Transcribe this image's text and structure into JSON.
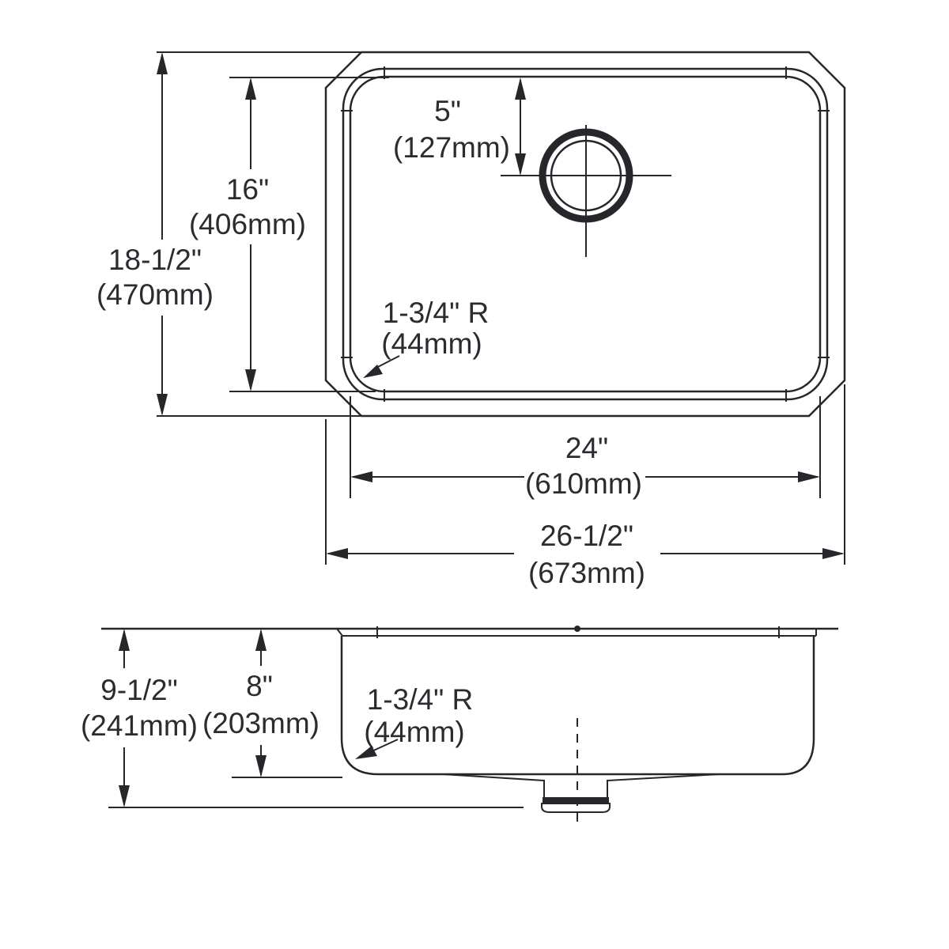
{
  "drawing_type": "sink-dimension-drawing",
  "colors": {
    "ink": "#26262b",
    "background": "#ffffff"
  },
  "dims": {
    "overall_fb": {
      "in": "18-1/2\"",
      "mm": "(470mm)"
    },
    "bowl_fb": {
      "in": "16\"",
      "mm": "(406mm)"
    },
    "drain_offset": {
      "in": "5\"",
      "mm": "(127mm)"
    },
    "radius_top": {
      "in": "1-3/4\" R",
      "mm": "(44mm)"
    },
    "bowl_w": {
      "in": "24\"",
      "mm": "(610mm)"
    },
    "overall_w": {
      "in": "26-1/2\"",
      "mm": "(673mm)"
    },
    "overall_d": {
      "in": "9-1/2\"",
      "mm": "(241mm)"
    },
    "bowl_d": {
      "in": "8\"",
      "mm": "(203mm)"
    },
    "radius_side": {
      "in": "1-3/4\" R",
      "mm": "(44mm)"
    }
  }
}
